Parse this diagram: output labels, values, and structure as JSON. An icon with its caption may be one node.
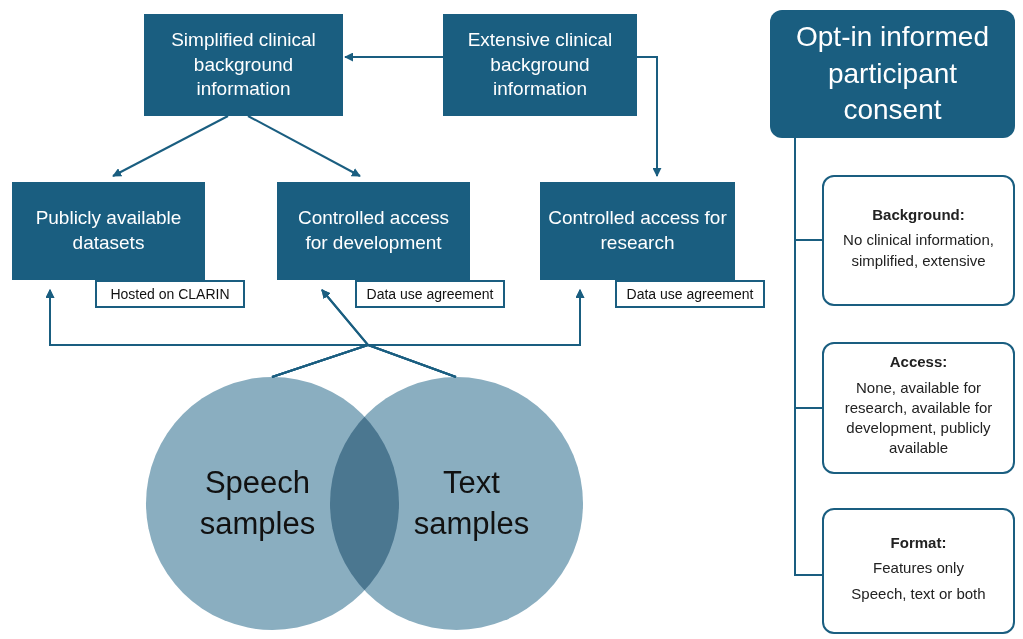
{
  "diagram": {
    "nodes": [
      {
        "text": [
          "Simplified clinical background information"
        ]
      },
      {
        "text": [
          "Extensive clinical background information"
        ]
      },
      {
        "text": [
          "Publicly available datasets"
        ]
      },
      {
        "text": [
          "Hosted on CLARIN"
        ]
      },
      {
        "text": [
          "Controlled access for development"
        ]
      },
      {
        "text": [
          "Data use agreement"
        ]
      },
      {
        "text": [
          "Controlled access for research"
        ]
      },
      {
        "text": [
          "Data use agreement"
        ]
      },
      {
        "text": [
          "Speech samples"
        ]
      },
      {
        "text": [
          "Text samples"
        ]
      },
      {
        "text": [
          "Opt-in informed participant consent"
        ]
      },
      {
        "text": [
          "Background:",
          "No clinical information, simplified, extensive"
        ]
      },
      {
        "text": [
          "Access:",
          "None, available for research, available for development, publicly available"
        ]
      },
      {
        "text": [
          "Format:",
          "Features only",
          "Speech, text or both"
        ]
      }
    ],
    "edges": [
      {
        "from": 1,
        "to": 0,
        "arrow": "to"
      },
      {
        "from": 0,
        "to": 2,
        "arrow": "to"
      },
      {
        "from": 0,
        "to": 4,
        "arrow": "to"
      },
      {
        "from": 1,
        "to": 6,
        "arrow": "to"
      },
      {
        "from": 8,
        "to": 2,
        "arrow": "to"
      },
      {
        "from": 9,
        "to": 2,
        "arrow": "to"
      },
      {
        "from": 8,
        "to": 4,
        "arrow": "to"
      },
      {
        "from": 9,
        "to": 4,
        "arrow": "to"
      },
      {
        "from": 8,
        "to": 6,
        "arrow": "to"
      },
      {
        "from": 9,
        "to": 6,
        "arrow": "to"
      },
      {
        "from": 10,
        "to": 11,
        "arrow": "none"
      },
      {
        "from": 10,
        "to": 12,
        "arrow": "none"
      },
      {
        "from": 10,
        "to": 13,
        "arrow": "none"
      }
    ]
  }
}
